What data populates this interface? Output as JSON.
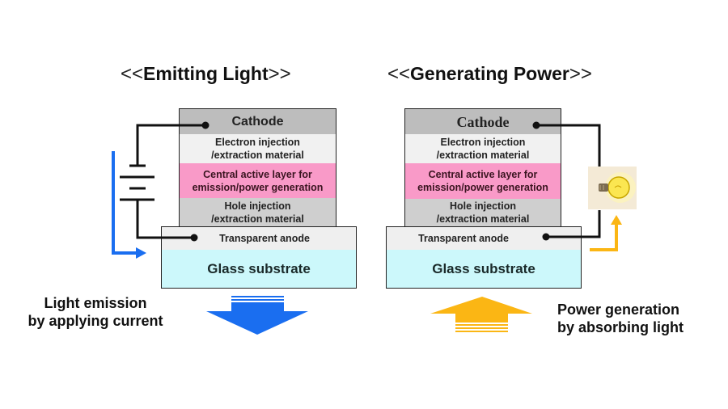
{
  "left_panel": {
    "title_prefix": "<<",
    "title": "Emitting Light",
    "title_suffix": ">>",
    "layers": {
      "cathode": "Cathode",
      "electron_line1": "Electron injection",
      "electron_line2": "/extraction material",
      "central_line1": "Central active layer for",
      "central_line2": "emission/power generation",
      "hole_line1": "Hole injection",
      "hole_line2": "/extraction material",
      "anode": "Transparent anode",
      "glass": "Glass substrate"
    },
    "power_element": "battery-icon",
    "flow_arrow": "blue-down-arrow",
    "caption_line1": "Light emission",
    "caption_line2": "by applying current"
  },
  "right_panel": {
    "title_prefix": "<<",
    "title": "Generating Power",
    "title_suffix": ">>",
    "layers": {
      "cathode": "Cathode",
      "electron_line1": "Electron injection",
      "electron_line2": "/extraction material",
      "central_line1": "Central active layer for",
      "central_line2": "emission/power generation",
      "hole_line1": "Hole injection",
      "hole_line2": "/extraction material",
      "anode": "Transparent anode",
      "glass": "Glass substrate"
    },
    "load_element": "light-bulb-icon",
    "flow_arrow": "yellow-up-arrow",
    "caption_line1": "Power generation",
    "caption_line2": "by absorbing light"
  },
  "colors": {
    "cathode": "#bdbdbd",
    "electron_layer": "#f1f1f1",
    "central_layer": "#f99ac8",
    "hole_layer": "#cfcfcf",
    "anode": "#efefef",
    "glass": "#ccf8fb",
    "current_arrow": "#1a6ef0",
    "light_arrow_emit": "#1a6ef0",
    "light_arrow_absorb": "#fbb614"
  }
}
